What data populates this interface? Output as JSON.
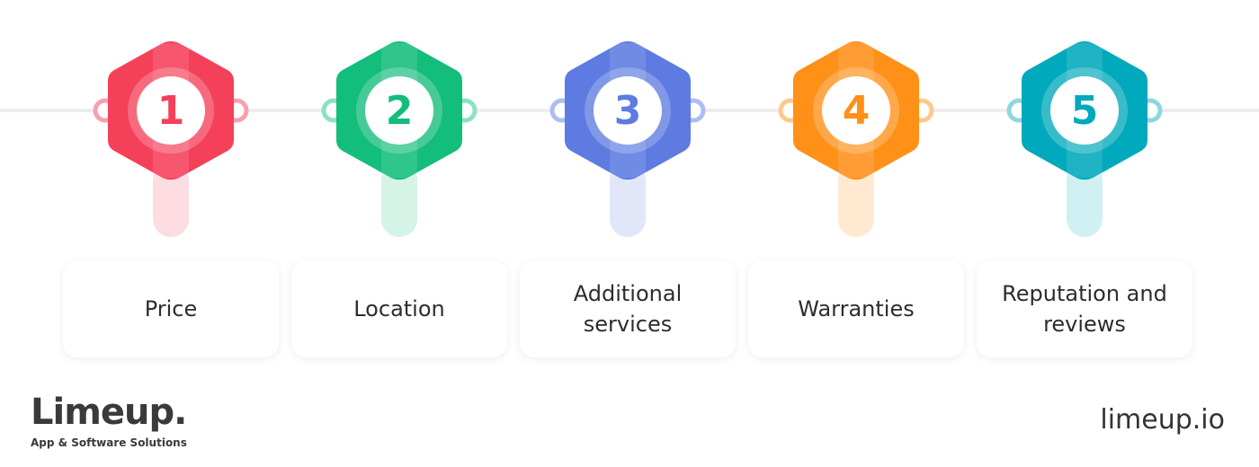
{
  "steps": [
    {
      "number": "1",
      "label": "Price",
      "color": "#f5405a",
      "light": "#fddde2",
      "ring": "#f7a1ad"
    },
    {
      "number": "2",
      "label": "Location",
      "color": "#13bd7c",
      "light": "#d5f3e7",
      "ring": "#8fe0c1"
    },
    {
      "number": "3",
      "label": "Additional services",
      "color": "#5d7be0",
      "light": "#e1e7f9",
      "ring": "#adbdf0"
    },
    {
      "number": "4",
      "label": "Warranties",
      "color": "#ff9018",
      "light": "#ffe9d1",
      "ring": "#ffc98c"
    },
    {
      "number": "5",
      "label": "Reputation and reviews",
      "color": "#00a9bb",
      "light": "#d1f0f3",
      "ring": "#8bd8e0"
    }
  ],
  "brand": {
    "name": "Limeup.",
    "tagline": "App & Software Solutions",
    "site": "limeup.io"
  }
}
